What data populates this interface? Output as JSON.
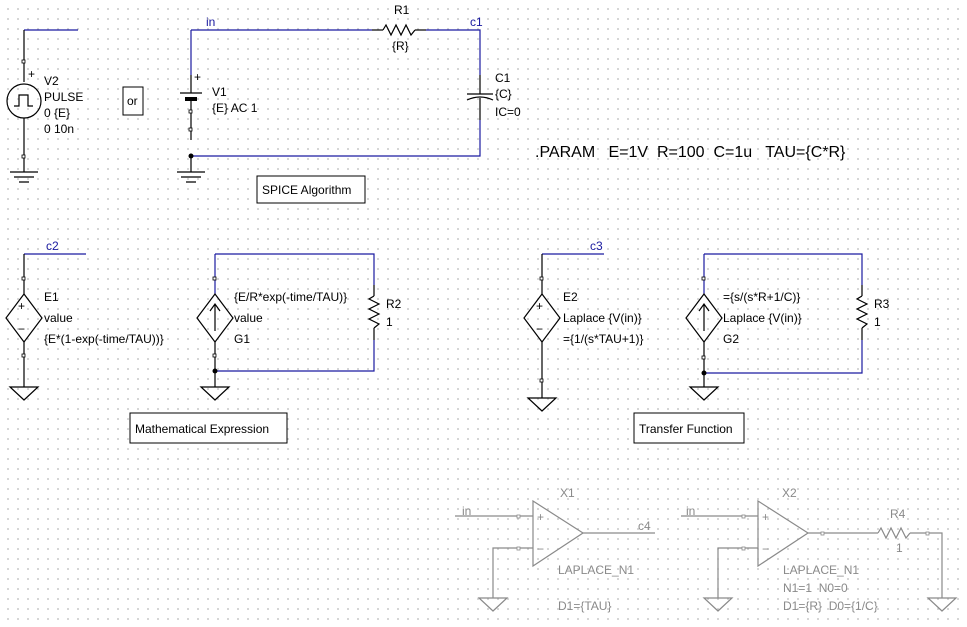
{
  "colors": {
    "wire": "#1a1aa0",
    "part": "#000000",
    "grey": "#8a8a8a",
    "grid_dot": "#c8c8c8"
  },
  "param_line": ".PARAM   E=1V  R=100  C=1u   TAU={C*R}",
  "or_box": "or",
  "boxes": {
    "spice": "SPICE Algorithm",
    "math": "Mathematical Expression",
    "tf": "Transfer Function"
  },
  "nets": {
    "in_top": "in",
    "c1": "c1",
    "c2": "c2",
    "c3": "c3",
    "x1_in": "in",
    "x1_out": "c4",
    "x2_in": "in"
  },
  "v2": {
    "ref": "V2",
    "lines": [
      "PULSE",
      "0 {E}",
      "0 10n"
    ]
  },
  "v1": {
    "ref": "V1",
    "value": "{E} AC 1"
  },
  "r1": {
    "ref": "R1",
    "value": "{R}"
  },
  "c1": {
    "ref": "C1",
    "value": "{C}",
    "ic": "IC=0"
  },
  "e1": {
    "ref": "E1",
    "type": "value",
    "expr": "{E*(1-exp(-time/TAU))}"
  },
  "g1": {
    "ref": "G1",
    "expr": "{E/R*exp(-time/TAU)}",
    "type": "value"
  },
  "r2": {
    "ref": "R2",
    "value": "1"
  },
  "e2": {
    "ref": "E2",
    "type": "Laplace {V(in)}",
    "expr": "={1/(s*TAU+1)}"
  },
  "g2": {
    "ref": "G2",
    "expr": "={s/(s*R+1/C)}",
    "type": "Laplace {V(in)}"
  },
  "r3": {
    "ref": "R3",
    "value": "1"
  },
  "x1": {
    "ref": "X1",
    "model": "LAPLACE_N1",
    "param": "D1={TAU}"
  },
  "x2": {
    "ref": "X2",
    "model": "LAPLACE_N1",
    "param1": "N1=1  N0=0",
    "param2": "D1={R}  D0={1/C}"
  },
  "r4": {
    "ref": "R4",
    "value": "1"
  },
  "plus_sign": "+",
  "minus_sign": "−"
}
